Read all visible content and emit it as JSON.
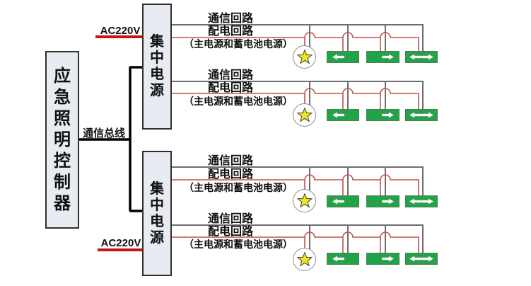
{
  "controller": {
    "label": "应急照明控制器"
  },
  "bus": {
    "label": "通信总线"
  },
  "groups": [
    {
      "power_supply_label": "集中电源",
      "ac_input_label": "AC220V",
      "loops": [
        {
          "comm_label": "通信回路",
          "power_label": "配电回路",
          "source_note": "（主电源和蓄电池电源）",
          "devices": [
            {
              "type": "emergency-lamp"
            },
            {
              "type": "exit-sign",
              "direction": "left"
            },
            {
              "type": "exit-sign",
              "direction": "right"
            },
            {
              "type": "exit-sign",
              "direction": "both"
            }
          ]
        },
        {
          "comm_label": "通信回路",
          "power_label": "配电回路",
          "source_note": "（主电源和蓄电池电源）",
          "devices": [
            {
              "type": "emergency-lamp"
            },
            {
              "type": "exit-sign",
              "direction": "left"
            },
            {
              "type": "exit-sign",
              "direction": "right"
            },
            {
              "type": "exit-sign",
              "direction": "both"
            }
          ]
        }
      ]
    },
    {
      "power_supply_label": "集中电源",
      "ac_input_label": "AC220V",
      "loops": [
        {
          "comm_label": "通信回路",
          "power_label": "配电回路",
          "source_note": "（主电源和蓄电池电源）",
          "devices": [
            {
              "type": "emergency-lamp"
            },
            {
              "type": "exit-sign",
              "direction": "left"
            },
            {
              "type": "exit-sign",
              "direction": "right"
            },
            {
              "type": "exit-sign",
              "direction": "both"
            }
          ]
        },
        {
          "comm_label": "通信回路",
          "power_label": "配电回路",
          "source_note": "（主电源和蓄电池电源）",
          "devices": [
            {
              "type": "emergency-lamp"
            },
            {
              "type": "exit-sign",
              "direction": "left"
            },
            {
              "type": "exit-sign",
              "direction": "right"
            },
            {
              "type": "exit-sign",
              "direction": "both"
            }
          ]
        }
      ]
    }
  ],
  "colors": {
    "background": "#ffffff",
    "box_fill": "#e9ebf2",
    "box_border": "#2f2f2f",
    "trunk_black": "#000000",
    "comm_line_gray": "#6e6e6e",
    "power_line_red": "#c65050",
    "ac_line_red": "#cc1111",
    "label_black": "#111111",
    "sign_green": "#22a347",
    "sign_border": "#4e7d58",
    "arrow_white": "#ffffff",
    "star_yellow": "#efe81c",
    "star_outline": "#4a4a3a",
    "lamp_border": "#8a8a8a"
  }
}
